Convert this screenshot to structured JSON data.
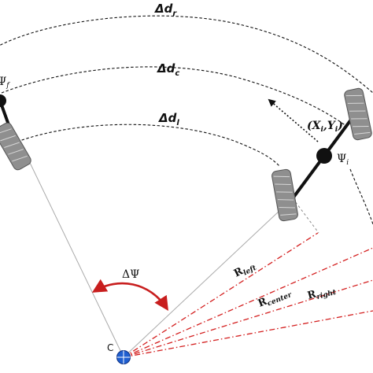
{
  "labels": {
    "delta_d_right": {
      "main": "Δd",
      "sub": "r"
    },
    "delta_d_center": {
      "main": "Δd",
      "sub": "c"
    },
    "delta_d_left": {
      "main": "Δd",
      "sub": "l"
    },
    "pose_initial": {
      "text": "(X",
      "sub1": "i",
      "mid": ",Y",
      "sub2": "i",
      "tail": ")"
    },
    "psi_initial": {
      "main": "Ψ",
      "sub": "i"
    },
    "psi_final": {
      "main": "Ψ",
      "sub": "f"
    },
    "delta_psi": "ΔΨ",
    "center_point": "C",
    "r_left": {
      "main": "R",
      "sub": "left"
    },
    "r_center": {
      "main": "R",
      "sub": "center"
    },
    "r_right": {
      "main": "R",
      "sub": "right"
    }
  },
  "colors": {
    "radius_lines": "#d42020",
    "rotation_arrow": "#c81e1e",
    "center_marker": "#1f5fd0",
    "wheel": "#8f8f8f",
    "robot_body": "#111111"
  }
}
